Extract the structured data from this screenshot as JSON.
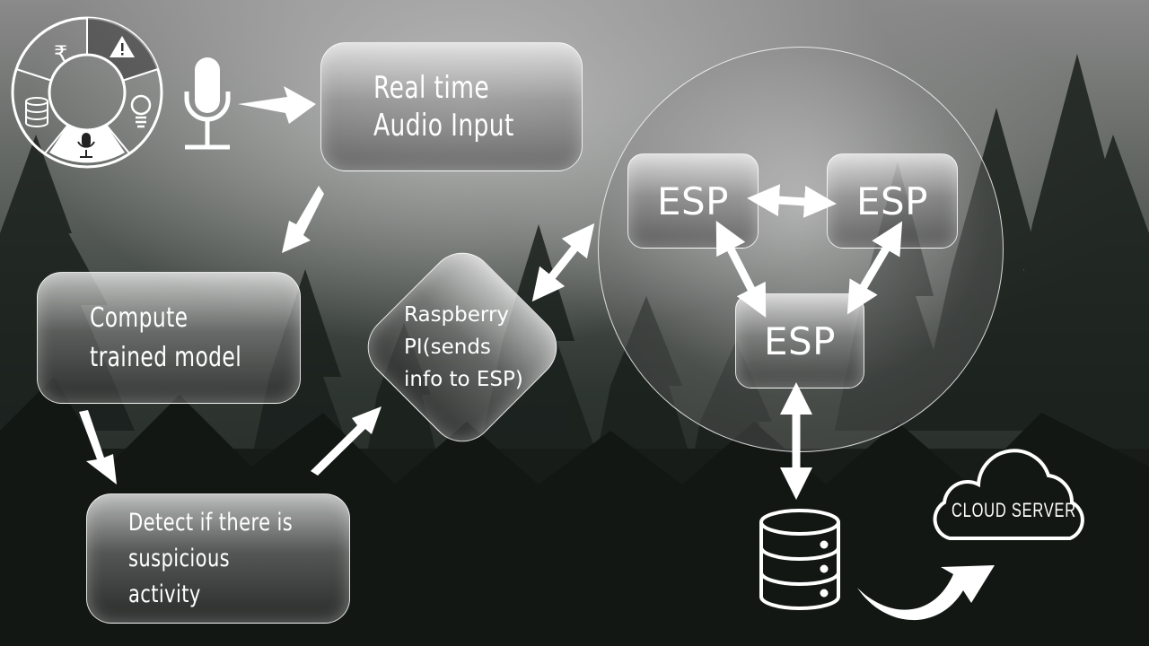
{
  "nodes": {
    "audio_input": "Real time\nAudio Input",
    "compute_model": "Compute\ntrained model",
    "detect_activity": "Detect if there is\nsuspicious activity",
    "raspberry_pi": "Raspberry\nPI(sends\ninfo to ESP)",
    "esp_left": "ESP",
    "esp_right": "ESP",
    "esp_bottom": "ESP"
  },
  "cloud": {
    "label": "CLOUD SERVER"
  },
  "wheel": {
    "icons": [
      "rupee-icon",
      "warning-icon",
      "lightbulb-icon",
      "microphone-icon",
      "database-icon"
    ]
  }
}
